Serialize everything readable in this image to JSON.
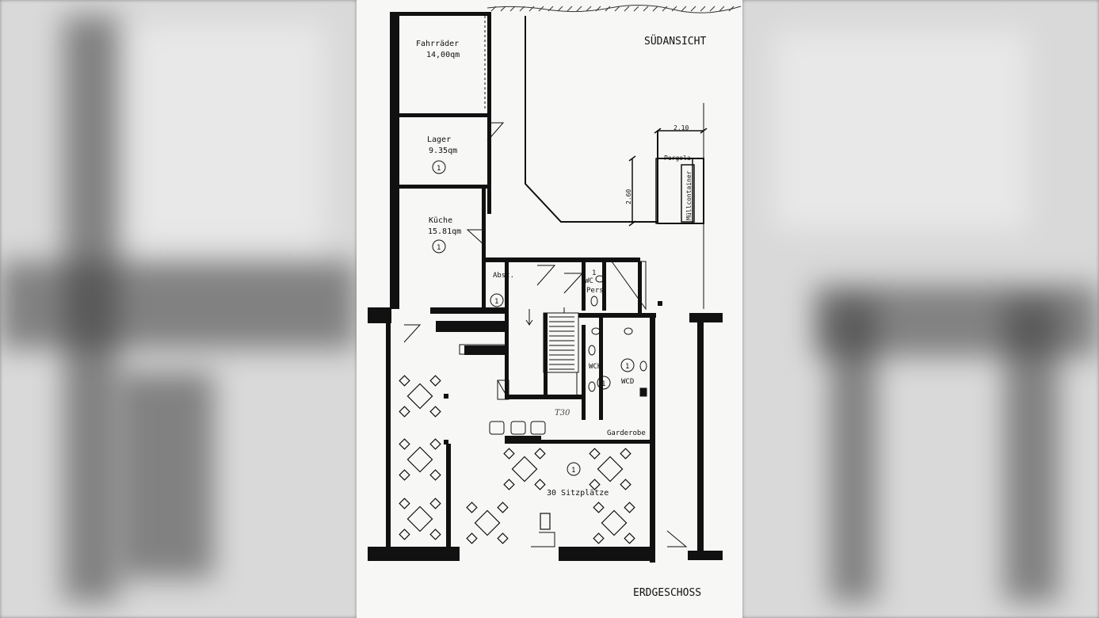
{
  "sheet": {
    "view_label": "SÜDANSICHT",
    "floor_label": "ERDGESCHOSS"
  },
  "rooms": {
    "fahrraeder": {
      "name": "Fahrräder",
      "area": "14,00qm"
    },
    "lager": {
      "name": "Lager",
      "area": "9.35qm",
      "marker": "1"
    },
    "kueche": {
      "name": "Küche",
      "area": "15.81qm",
      "marker": "1"
    },
    "abst": {
      "name": "Abst.",
      "marker": "1"
    },
    "wc_pers": {
      "name_line1": "WC",
      "name_line2": "Pers.",
      "marker": "1"
    },
    "wch": {
      "name": "WCH",
      "marker": "1"
    },
    "wcd": {
      "name": "WCD",
      "marker": "1"
    },
    "garderobe": {
      "name": "Garderobe"
    },
    "gastraum": {
      "name": "30 Sitzplätze",
      "marker": "1"
    },
    "pergola": {
      "name": "Pergola"
    },
    "muellcontainer": {
      "name": "Müllcontainer"
    }
  },
  "dimensions": {
    "width_pergola": "2.10",
    "depth_pergola": "2.60"
  },
  "annotations": {
    "handwritten": "T30"
  },
  "colors": {
    "ink": "#111111",
    "paper": "#f7f7f5"
  }
}
